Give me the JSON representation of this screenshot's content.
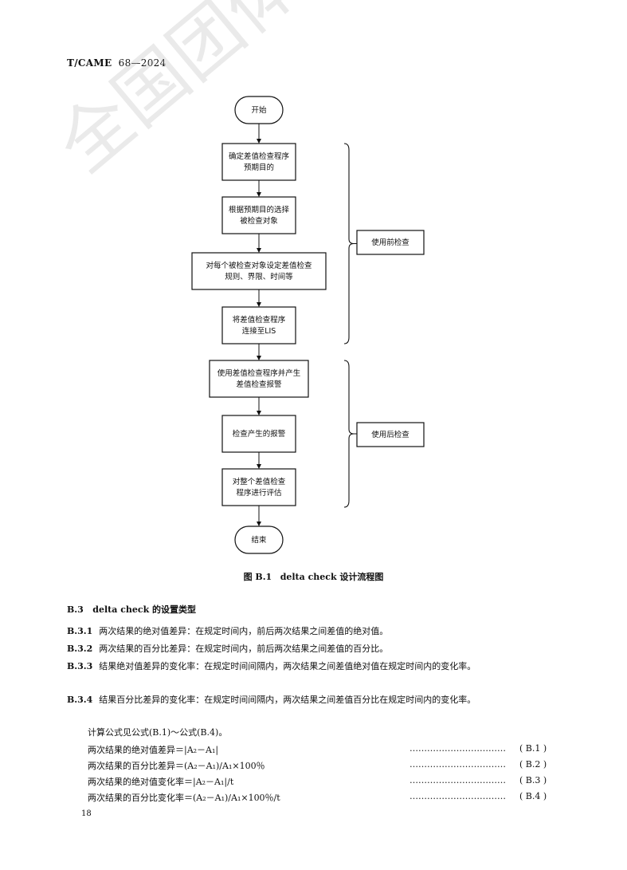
{
  "header": {
    "code": "T/CAME",
    "number": "68—2024"
  },
  "flow": {
    "start": "开始",
    "end": "结束",
    "steps": [
      [
        "确定差值检查程序",
        "预期目的"
      ],
      [
        "根据预期目的选择",
        "被检查对象"
      ],
      [
        "对每个被检查对象设定差值检查",
        "规则、界限、时间等"
      ],
      [
        "将差值检查程序",
        "连接至LIS"
      ],
      [
        "使用差值检查程序并产生",
        "差值检查报警"
      ],
      [
        "检查产生的报警"
      ],
      [
        "对整个差值检查",
        "程序进行评估"
      ]
    ],
    "group_before": "使用前检查",
    "group_after": "使用后检查"
  },
  "caption": {
    "label": "图 B.1",
    "title": "delta check 设计流程图"
  },
  "section": {
    "num": "B.3",
    "title": "delta check 的设置类型"
  },
  "paragraphs": [
    {
      "num": "B.3.1",
      "text": "两次结果的绝对值差异：在规定时间内，前后两次结果之间差值的绝对值。"
    },
    {
      "num": "B.3.2",
      "text": "两次结果的百分比差异：在规定时间内，前后两次结果之间差值的百分比。"
    },
    {
      "num": "B.3.3",
      "text": "结果绝对值差异的变化率：在规定时间间隔内，两次结果之间差值绝对值在规定时间内的变化率。"
    },
    {
      "num": "B.3.4",
      "text": "结果百分比差异的变化率：在规定时间间隔内，两次结果之间差值百分比在规定时间内的变化率。"
    }
  ],
  "formula_intro": "计算公式见公式(B.1)～公式(B.4)。",
  "formulas": [
    {
      "text": "两次结果的绝对值差异＝|A₂－A₁|",
      "num": "( B.1 )"
    },
    {
      "text": "两次结果的百分比差异＝(A₂－A₁)/A₁×100％",
      "num": "( B.2 )"
    },
    {
      "text": "两次结果的绝对值变化率＝|A₂－A₁|/t",
      "num": "( B.3 )"
    },
    {
      "text": "两次结果的百分比变化率＝(A₂－A₁)/A₁×100％/t",
      "num": "( B.4 )"
    }
  ],
  "dots": "……………………………",
  "page_number": "18",
  "watermark": "全国团体标准信息平台"
}
